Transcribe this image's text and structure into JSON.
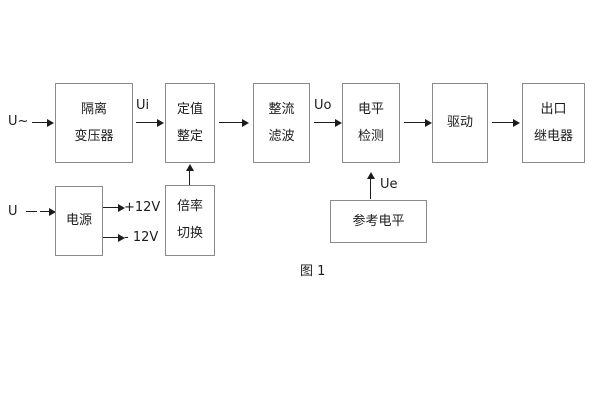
{
  "figure": {
    "caption": "图 1",
    "colors": {
      "box_border": "#8a8a8a",
      "text": "#1c1c1c",
      "background": "#ffffff",
      "arrow": "#1c1c1c"
    }
  },
  "blocks": [
    {
      "id": "isolation-transformer",
      "lines": [
        "隔离",
        "变压器"
      ]
    },
    {
      "id": "setpoint-setting",
      "lines": [
        "定值",
        "整定"
      ]
    },
    {
      "id": "rectify-filter",
      "lines": [
        "整流",
        "滤波"
      ]
    },
    {
      "id": "level-detection",
      "lines": [
        "电平",
        "检测"
      ]
    },
    {
      "id": "drive",
      "lines": [
        "驱动"
      ]
    },
    {
      "id": "output-relay",
      "lines": [
        "出口",
        "继电器"
      ]
    },
    {
      "id": "power-supply",
      "lines": [
        "电源"
      ]
    },
    {
      "id": "multiplier-switch",
      "lines": [
        "倍率",
        "切换"
      ]
    },
    {
      "id": "reference-level",
      "lines": [
        "参考电平"
      ]
    }
  ],
  "labels": {
    "input_ac": "U~",
    "input_dc": "U",
    "ui": "Ui",
    "uo": "Uo",
    "ue": "Ue",
    "supply_positive": "+12V",
    "supply_negative": "- 12V"
  }
}
